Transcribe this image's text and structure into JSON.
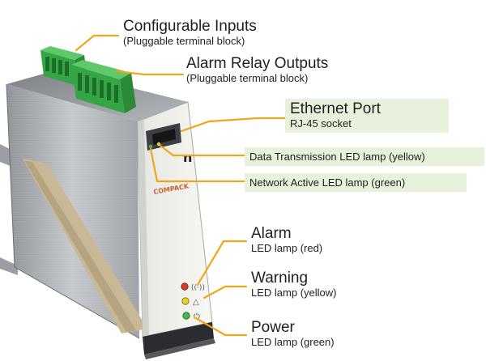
{
  "brand_label": "COMPACK",
  "device_mark": "n",
  "colors": {
    "callout_line": "#f2a51c",
    "label_highlight": "#e8f1dc",
    "terminal_green": "#3cb04a",
    "led_red": "#d83a2a",
    "led_yellow": "#e8d12a",
    "led_green": "#46b84a"
  },
  "callouts": {
    "configurable_inputs": {
      "title": "Configurable Inputs",
      "subtitle": "(Pluggable terminal block)"
    },
    "alarm_relay_outputs": {
      "title": "Alarm Relay Outputs",
      "subtitle": "(Pluggable terminal block)"
    },
    "ethernet_port": {
      "title": "Ethernet Port",
      "subtitle": "RJ-45 socket"
    },
    "data_transmission_led": {
      "text": "Data Transmission LED lamp (yellow)"
    },
    "network_active_led": {
      "text": "Network Active LED lamp (green)"
    },
    "alarm": {
      "title": "Alarm",
      "subtitle": "LED lamp (red)"
    },
    "warning": {
      "title": "Warning",
      "subtitle": "LED lamp (yellow)"
    },
    "power": {
      "title": "Power",
      "subtitle": "LED lamp (green)"
    }
  }
}
